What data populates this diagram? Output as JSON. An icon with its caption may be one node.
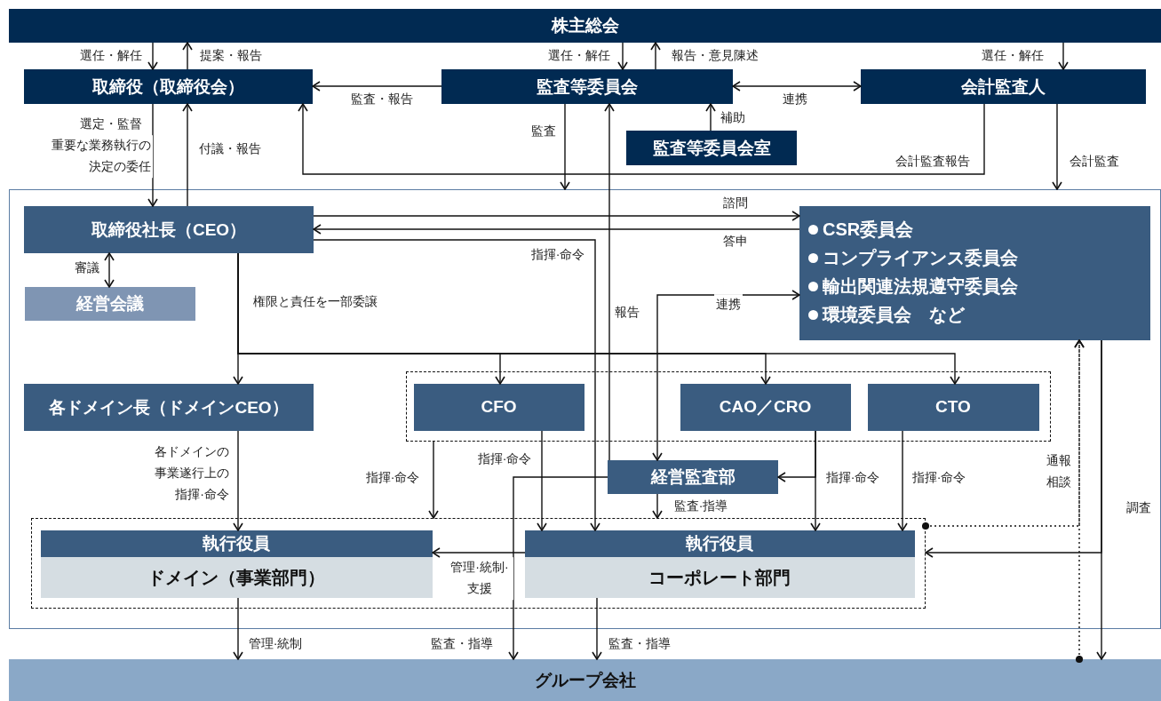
{
  "diagram": {
    "nodes": [
      {
        "text": [
          "株主総会"
        ]
      },
      {
        "text": [
          "取締役（取締役会）"
        ]
      },
      {
        "text": [
          "監査等委員会"
        ]
      },
      {
        "text": [
          "会計監査人"
        ]
      },
      {
        "text": [
          "監査等委員会室"
        ]
      },
      {
        "text": [],
        "shape": "box"
      },
      {
        "text": [
          "取締役社長（CEO）"
        ],
        "in": 5
      },
      {
        "text": [
          "経営会議"
        ],
        "in": 5
      },
      {
        "text": [
          "CSR委員会",
          "コンプライアンス委員会",
          "輸出関連法規遵守委員会",
          "環境委員会　など"
        ],
        "in": 5
      },
      {
        "text": [
          "各ドメイン長（ドメインCEO）"
        ],
        "in": 5
      },
      {
        "text": [],
        "shape": "box",
        "in": 5
      },
      {
        "text": [
          "CFO"
        ],
        "in": 10
      },
      {
        "text": [
          "CAO／CRO"
        ],
        "in": 10
      },
      {
        "text": [
          "CTO"
        ],
        "in": 10
      },
      {
        "text": [
          "経営監査部"
        ],
        "in": 5
      },
      {
        "text": [],
        "shape": "box",
        "in": 5
      },
      {
        "text": [
          "執行役員",
          "ドメイン（事業部門）"
        ],
        "in": 15
      },
      {
        "text": [
          "執行役員",
          "コーポレート部門"
        ],
        "in": 15
      },
      {
        "text": [
          "グループ会社"
        ]
      }
    ],
    "edges": [
      {
        "from": 0,
        "to": 1,
        "arrow": "to",
        "label": "選任・解任"
      },
      {
        "from": 1,
        "to": 0,
        "arrow": "to",
        "label": "提案・報告"
      },
      {
        "from": 0,
        "to": 2,
        "arrow": "to",
        "label": "選任・解任"
      },
      {
        "from": 2,
        "to": 0,
        "arrow": "to",
        "label": "報告・意見陳述"
      },
      {
        "from": 0,
        "to": 3,
        "arrow": "to",
        "label": "選任・解任"
      },
      {
        "from": 2,
        "to": 1,
        "arrow": "to",
        "label": "監査・報告"
      },
      {
        "from": 2,
        "to": 3,
        "arrow": "both",
        "label": "連携"
      },
      {
        "from": 4,
        "to": 2,
        "arrow": "to",
        "label": "補助"
      },
      {
        "from": 3,
        "to": 1,
        "arrow": "to",
        "label": "会計監査報告"
      },
      {
        "from": 2,
        "to": 5,
        "arrow": "to",
        "label": "監査"
      },
      {
        "from": 3,
        "to": 5,
        "arrow": "to",
        "label": "会計監査"
      },
      {
        "from": 1,
        "to": 6,
        "arrow": "to",
        "label": "選定・監督"
      },
      {
        "from": 6,
        "to": 1,
        "arrow": "to",
        "label": "付議・報告"
      },
      {
        "from": 6,
        "to": 8,
        "arrow": "to",
        "label": "諮問"
      },
      {
        "from": 8,
        "to": 6,
        "arrow": "to",
        "label": "答申"
      },
      {
        "from": 6,
        "to": 17,
        "arrow": "to",
        "label": "指揮·命令"
      },
      {
        "from": 6,
        "to": 7,
        "arrow": "both",
        "label": "審議"
      },
      {
        "from": 6,
        "to": 9,
        "arrow": "to",
        "label": "権限と責任を一部委譲"
      },
      {
        "from": 6,
        "to": 11,
        "arrow": "to"
      },
      {
        "from": 6,
        "to": 12,
        "arrow": "to"
      },
      {
        "from": 6,
        "to": 13,
        "arrow": "to"
      },
      {
        "from": 9,
        "to": 16,
        "arrow": "to",
        "label": "各ドメインの事業遂行上の指揮·命令"
      },
      {
        "from": 10,
        "to": 15,
        "arrow": "to",
        "label": "指揮·命令"
      },
      {
        "from": 11,
        "to": 17,
        "arrow": "to",
        "label": "指揮·命令"
      },
      {
        "from": 12,
        "to": 14,
        "arrow": "to"
      },
      {
        "from": 12,
        "to": 17,
        "arrow": "to",
        "label": "指揮·命令"
      },
      {
        "from": 13,
        "to": 17,
        "arrow": "to",
        "label": "指揮·命令"
      },
      {
        "from": 14,
        "to": 2,
        "arrow": "to",
        "label": "報告"
      },
      {
        "from": 14,
        "to": 8,
        "arrow": "both",
        "label": "連携"
      },
      {
        "from": 14,
        "to": 15,
        "arrow": "to",
        "label": "監査·指導"
      },
      {
        "from": 14,
        "to": 18,
        "arrow": "to",
        "label": "監査・指導"
      },
      {
        "from": 17,
        "to": 16,
        "arrow": "to",
        "label": "管理·統制·支援"
      },
      {
        "from": 16,
        "to": 18,
        "arrow": "to",
        "label": "管理·統制"
      },
      {
        "from": 17,
        "to": 18,
        "arrow": "to",
        "label": "監査・指導"
      },
      {
        "from": 15,
        "to": 8,
        "arrow": "to",
        "style": "dashed",
        "label": "通報相談"
      },
      {
        "from": 18,
        "to": 8,
        "arrow": "to",
        "style": "dashed"
      },
      {
        "from": 8,
        "to": 18,
        "arrow": "to",
        "label": "調査"
      },
      {
        "from": 8,
        "to": 15,
        "arrow": "to"
      }
    ],
    "labels": [
      "重要な業務執行の決定の委任"
    ]
  }
}
